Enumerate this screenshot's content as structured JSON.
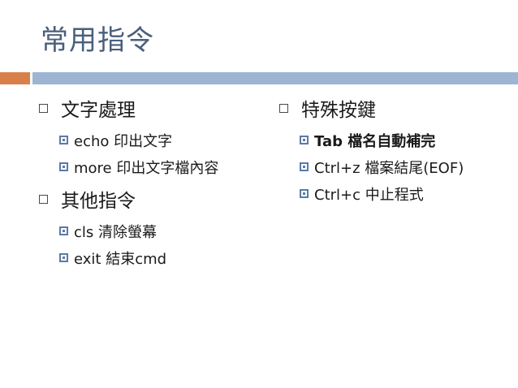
{
  "slide": {
    "title": "常用指令",
    "left_column": [
      {
        "heading": "文字處理",
        "items": [
          "echo 印出文字",
          "more 印出文字檔內容"
        ]
      },
      {
        "heading": "其他指令",
        "items": [
          "cls 清除螢幕",
          "exit 結束cmd"
        ]
      }
    ],
    "right_column": [
      {
        "heading": "特殊按鍵",
        "items": [
          "Tab 檔名自動補完",
          "Ctrl+z 檔案結尾(EOF)",
          "Ctrl+c 中止程式"
        ]
      }
    ]
  },
  "colors": {
    "title": "#4a5f7b",
    "accent_orange": "#d9804a",
    "accent_blue": "#9db5d3",
    "bullet_blue": "#5a7aa8"
  }
}
